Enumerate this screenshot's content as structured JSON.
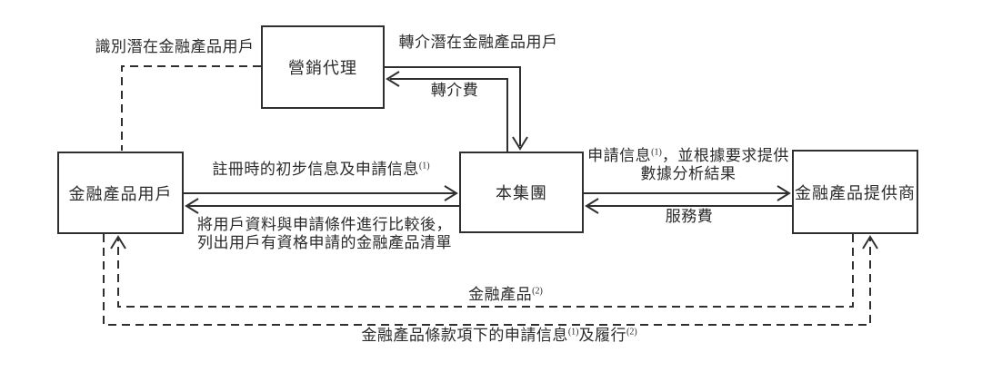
{
  "page": {
    "background": "#ffffff",
    "line_color": "#2f2f2f",
    "text_color": "#2b2b2b"
  },
  "diagram": {
    "type": "flowchart",
    "nodes": {
      "marketing_agent": {
        "label": "營銷代理"
      },
      "user": {
        "label": "金融產品用戶"
      },
      "group": {
        "label": "本集團"
      },
      "provider": {
        "label": "金融產品提供商"
      }
    },
    "edges": {
      "identify": {
        "label": "識別潛在金融產品用戶",
        "from": "marketing_agent",
        "to": "user",
        "style": "dashed",
        "arrowhead": "none"
      },
      "refer": {
        "label": "轉介潛在金融產品用戶",
        "from": "marketing_agent",
        "to": "group",
        "style": "solid",
        "arrowhead": "down-into-group"
      },
      "referral_fee": {
        "label": "轉介費",
        "from": "group",
        "to": "marketing_agent",
        "style": "solid",
        "arrowhead": "left-into-agent"
      },
      "register": {
        "text": "註冊時的初步信息及申請信息",
        "sup": "(1)",
        "from": "user",
        "to": "group",
        "style": "solid",
        "arrowhead": "right-into-group"
      },
      "compare": {
        "line1": "將用戶資料與申請條件進行比較後，",
        "line2": "列出用戶有資格申請的金融產品清單",
        "from": "group",
        "to": "user",
        "style": "solid",
        "arrowhead": "left-into-user"
      },
      "apply_info": {
        "text1": "申請信息",
        "sup1": "(1)",
        "text2": "，並根據要求提供",
        "line2": "數據分析結果",
        "from": "group",
        "to": "provider",
        "style": "solid",
        "arrowhead": "right-into-provider"
      },
      "service_fee": {
        "label": "服務費",
        "from": "provider",
        "to": "group",
        "style": "solid",
        "arrowhead": "left-into-group"
      },
      "products": {
        "text": "金融產品",
        "sup": "(2)",
        "from": "provider",
        "to": "user",
        "style": "dashed",
        "arrowhead": "up-into-user"
      },
      "fulfil": {
        "text1": "金融產品條款項下的申請信息",
        "sup1": "(1)",
        "text2": "及履行",
        "sup2": "(2)",
        "from": "user",
        "to": "provider",
        "style": "dashed",
        "arrowhead": "up-into-provider"
      }
    }
  }
}
